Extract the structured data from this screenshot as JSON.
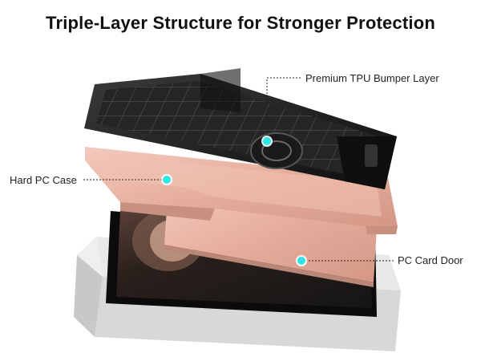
{
  "title": "Triple-Layer Structure for Stronger Protection",
  "callouts": {
    "tpu_bumper": "Premium TPU Bumper Layer",
    "hard_pc_case": "Hard PC Case",
    "pc_card_door": "PC Card Door"
  },
  "colors": {
    "accent_dot": "#2ee6e6",
    "rose_gold": "#e8b3a3",
    "bumper_black": "#1d1d1d",
    "pedestal": "#f2f2f2"
  }
}
